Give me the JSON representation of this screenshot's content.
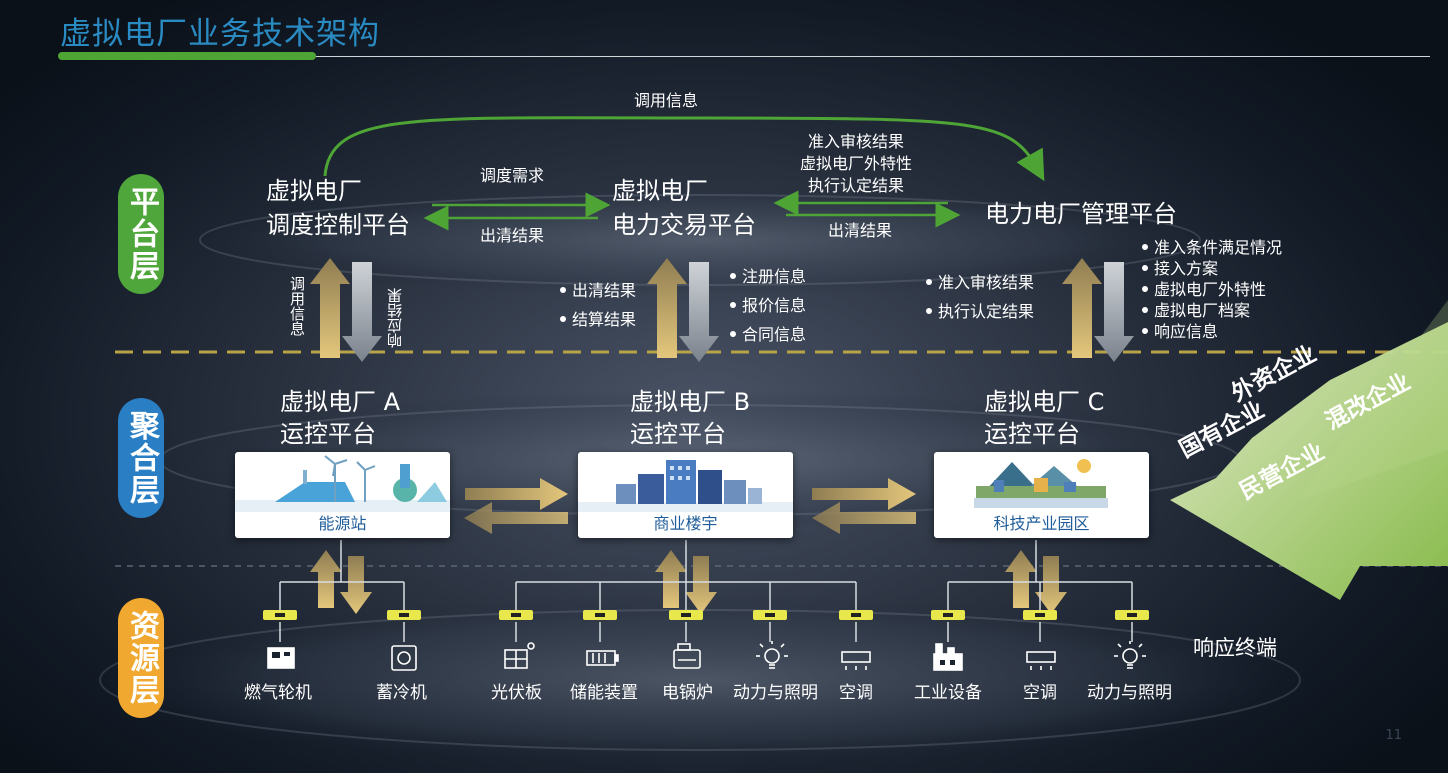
{
  "title": "虚拟电厂业务技术架构",
  "page_number": "11",
  "layers": {
    "platform": {
      "label": "平台层",
      "color": "#4fa63a"
    },
    "aggregation": {
      "label": "聚合层",
      "color": "#2a7fc4"
    },
    "resource": {
      "label": "资源层",
      "color": "#f0a830"
    }
  },
  "platforms": {
    "dispatch": {
      "line1": "虚拟电厂",
      "line2": "调度控制平台"
    },
    "trading": {
      "line1": "虚拟电厂",
      "line2": "电力交易平台"
    },
    "management": {
      "line1": "电力电厂管理平台"
    }
  },
  "flows": {
    "top_arc": "调用信息",
    "dispatch_to_trading": "调度需求",
    "trading_to_dispatch": "出清结果",
    "mgmt_to_trading_lines": [
      "准入审核结果",
      "虚拟电厂外特性",
      "执行认定结果"
    ],
    "trading_to_mgmt": "出清结果",
    "v_left_up": "调用信息",
    "v_left_down": "响应结果",
    "v_mid_left": [
      "出清结果",
      "结算结果"
    ],
    "v_mid_right": [
      "注册信息",
      "报价信息",
      "合同信息"
    ],
    "v_right_left": [
      "准入审核结果",
      "执行认定结果"
    ],
    "v_right_right": [
      "准入条件满足情况",
      "接入方案",
      "虚拟电厂外特性",
      "虚拟电厂档案",
      "响应信息"
    ]
  },
  "aggregators": [
    {
      "title1": "虚拟电厂 A",
      "title2": "运控平台",
      "card": "能源站"
    },
    {
      "title1": "虚拟电厂 B",
      "title2": "运控平台",
      "card": "商业楼宇"
    },
    {
      "title1": "虚拟电厂 C",
      "title2": "运控平台",
      "card": "科技产业园区"
    }
  ],
  "resources": [
    {
      "label": "燃气轮机",
      "icon": "gas-turbine-icon"
    },
    {
      "label": "蓄冷机",
      "icon": "cold-storage-icon"
    },
    {
      "label": "光伏板",
      "icon": "solar-panel-icon"
    },
    {
      "label": "储能装置",
      "icon": "battery-icon"
    },
    {
      "label": "电锅炉",
      "icon": "electric-boiler-icon"
    },
    {
      "label": "动力与照明",
      "icon": "light-bulb-icon"
    },
    {
      "label": "空调",
      "icon": "air-conditioner-icon"
    },
    {
      "label": "工业设备",
      "icon": "factory-icon"
    },
    {
      "label": "空调",
      "icon": "air-conditioner-icon"
    },
    {
      "label": "动力与照明",
      "icon": "light-bulb-icon"
    }
  ],
  "response_terminal": "响应终端",
  "enterprises": [
    "外资企业",
    "国有企业",
    "混改企业",
    "民营企业"
  ],
  "colors": {
    "title": "#2a8bc2",
    "green_arrow": "#4ea536",
    "gold": "#c8a862",
    "card_text": "#1f5c9a",
    "dashed": "#b8a24a"
  }
}
